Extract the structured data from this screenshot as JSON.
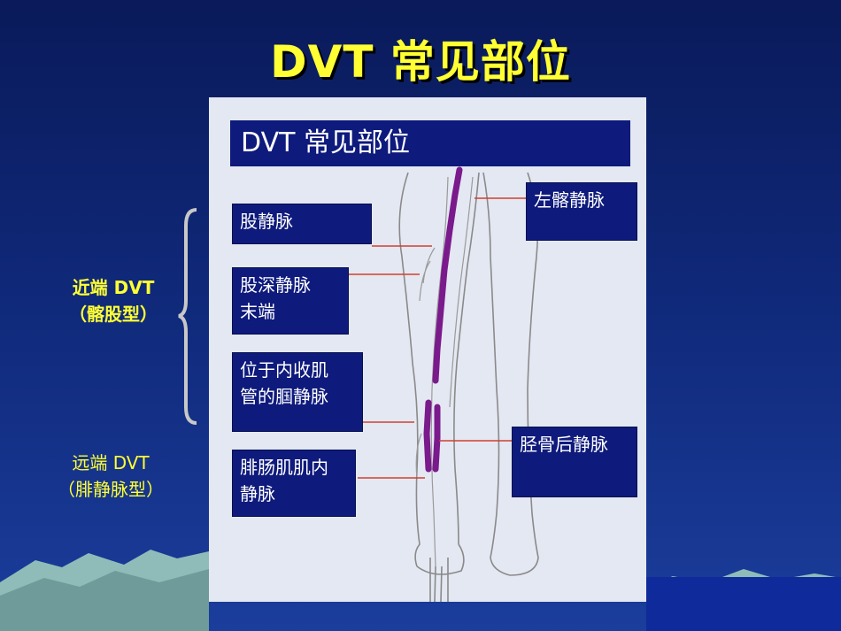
{
  "slide": {
    "title": "DVT 常见部位"
  },
  "side_labels": {
    "proximal_line1": "近端 DVT",
    "proximal_line2": "（髂股型）",
    "distal_line1": "远端 DVT",
    "distal_line2": "（腓静脉型）"
  },
  "diagram": {
    "title": "DVT 常见部位",
    "labels": {
      "femoral": "股静脉",
      "deep_femoral_1": "股深静脉",
      "deep_femoral_2": "末端",
      "popliteal_1": "位于内收肌",
      "popliteal_2": "管的腘静脉",
      "calf_1": "腓肠肌肌内",
      "calf_2": "静脉",
      "left_iliac": "左髂静脉",
      "posterior_tibial": "胫骨后静脉"
    }
  },
  "colors": {
    "background": "#0f2878",
    "title_yellow": "#ffff33",
    "label_box": "#0e1a7c",
    "thrombus_purple": "#7a1a8c",
    "leader_red": "#d04030"
  }
}
